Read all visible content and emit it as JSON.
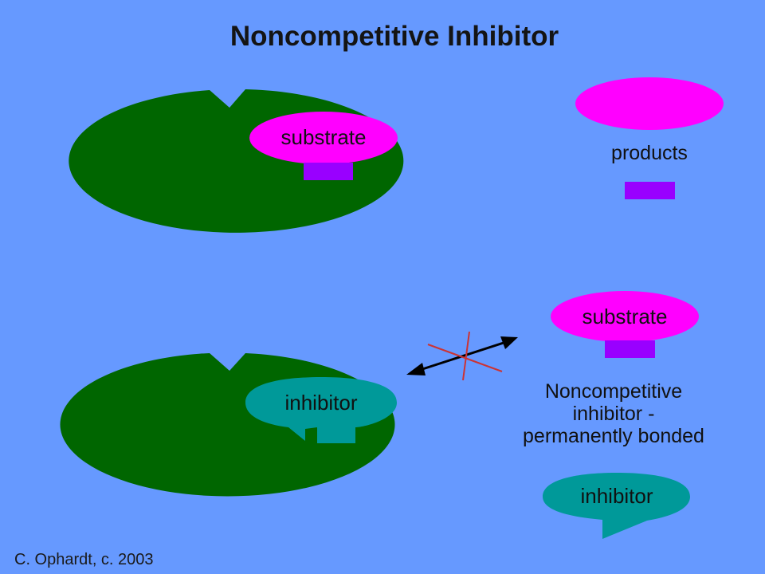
{
  "title": "Noncompetitive Inhibitor",
  "labels": {
    "substrate_bound": "substrate",
    "products": "products",
    "substrate_free": "substrate",
    "inhibitor_bound": "inhibitor",
    "note_line1": "Noncompetitive",
    "note_line2": "inhibitor -",
    "note_line3": "permanently bonded",
    "inhibitor_free": "inhibitor",
    "credit": "C. Ophardt, c. 2003"
  },
  "colors": {
    "background": "#6699ff",
    "enzyme": "#006600",
    "substrate": "#ff00ff",
    "product_block": "#9900ff",
    "inhibitor": "#009999",
    "blocked_mark": "#cc3333",
    "arrow": "#000000"
  }
}
